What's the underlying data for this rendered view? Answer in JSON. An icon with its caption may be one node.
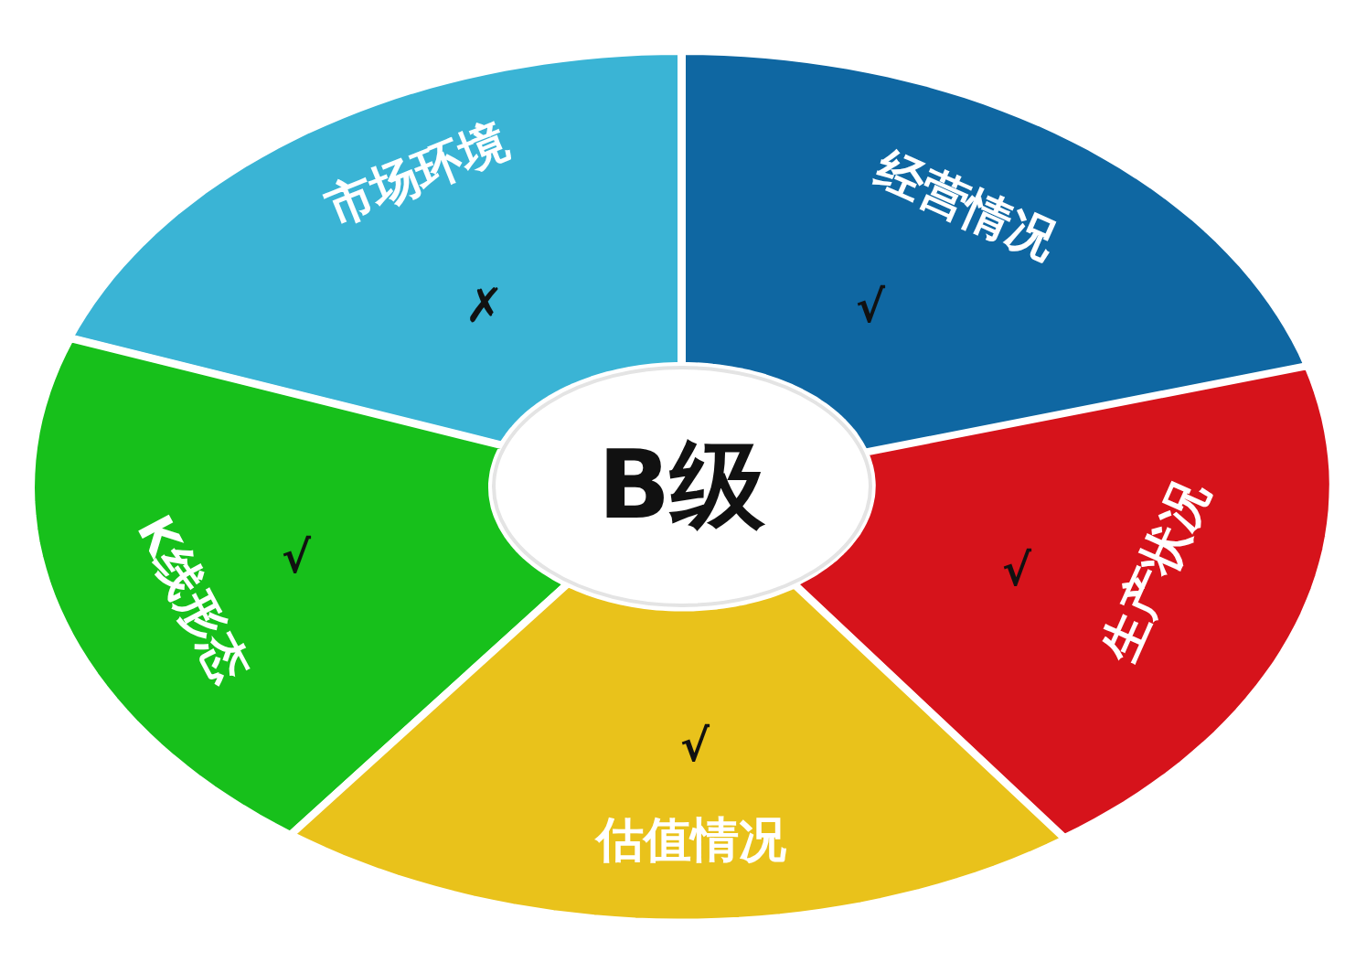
{
  "diagram": {
    "nodes": [
      {
        "text": [
          "B级"
        ]
      },
      {
        "text": [
          "市场环境",
          "✗"
        ]
      },
      {
        "text": [
          "经营情况",
          "√"
        ]
      },
      {
        "text": [
          "K线形态",
          "√"
        ]
      },
      {
        "text": [
          "生产状况",
          "√"
        ]
      },
      {
        "text": [
          "√",
          "估值情况"
        ]
      }
    ]
  }
}
